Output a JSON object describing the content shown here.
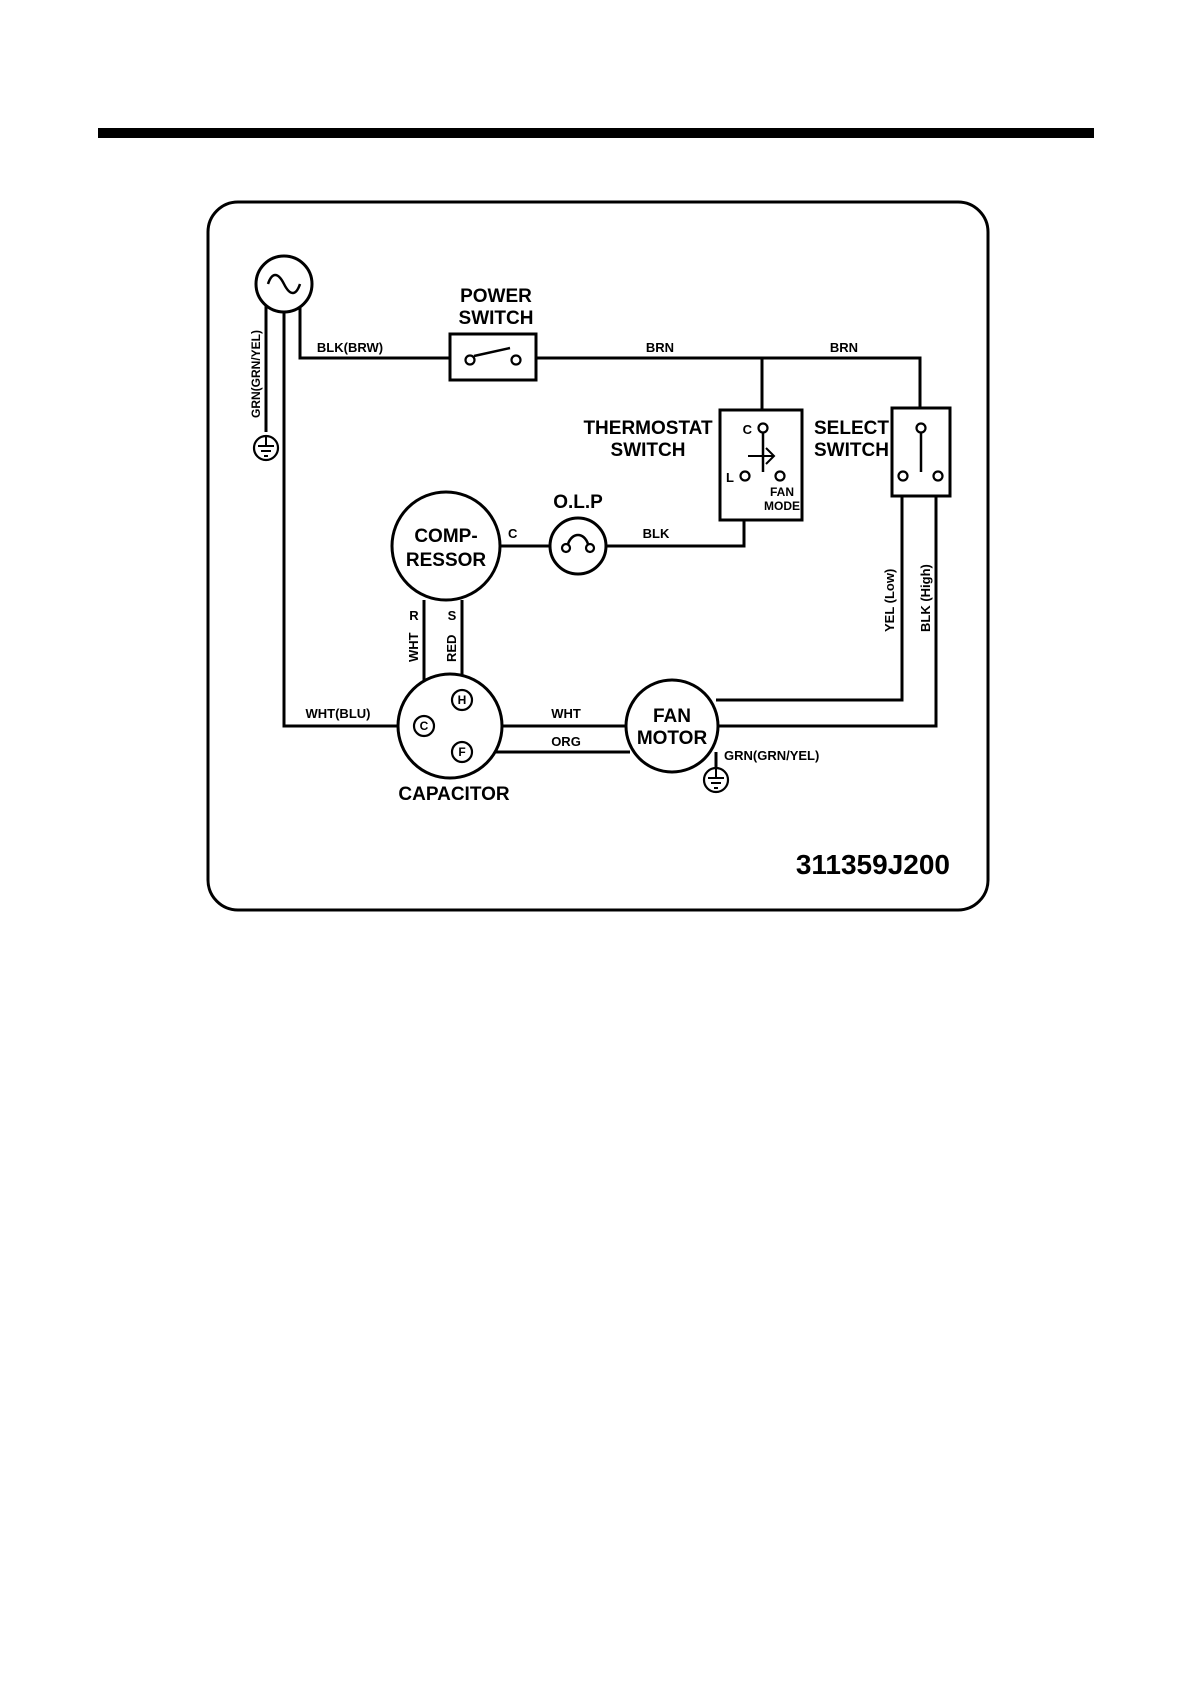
{
  "components": {
    "power_switch": [
      "POWER",
      "SWITCH"
    ],
    "thermostat_switch": [
      "THERMOSTAT",
      "SWITCH"
    ],
    "select_switch": [
      "SELECT",
      "SWITCH"
    ],
    "olp": "O.L.P",
    "compressor": [
      "COMP-",
      "RESSOR"
    ],
    "capacitor": "CAPACITOR",
    "fan_motor": [
      "FAN",
      "MOTOR"
    ],
    "fan_mode": [
      "FAN",
      "MODE"
    ]
  },
  "terminals": {
    "thermostat_c": "C",
    "thermostat_l": "L",
    "compressor_c": "C",
    "compressor_r": "R",
    "compressor_s": "S",
    "capacitor_c": "C",
    "capacitor_h": "H",
    "capacitor_f": "F"
  },
  "wires": {
    "power_in": "BLK(BRW)",
    "brn_1": "BRN",
    "brn_2": "BRN",
    "olp_blk": "BLK",
    "ground_plug": "GRN(GRN/YEL)",
    "cap_wht_blu": "WHT(BLU)",
    "comp_r_wht": "WHT",
    "comp_s_red": "RED",
    "fan_wht": "WHT",
    "fan_org": "ORG",
    "fan_ground": "GRN(GRN/YEL)",
    "yel_low": "YEL (Low)",
    "blk_high": "BLK (High)"
  },
  "part_number": "311359J200"
}
